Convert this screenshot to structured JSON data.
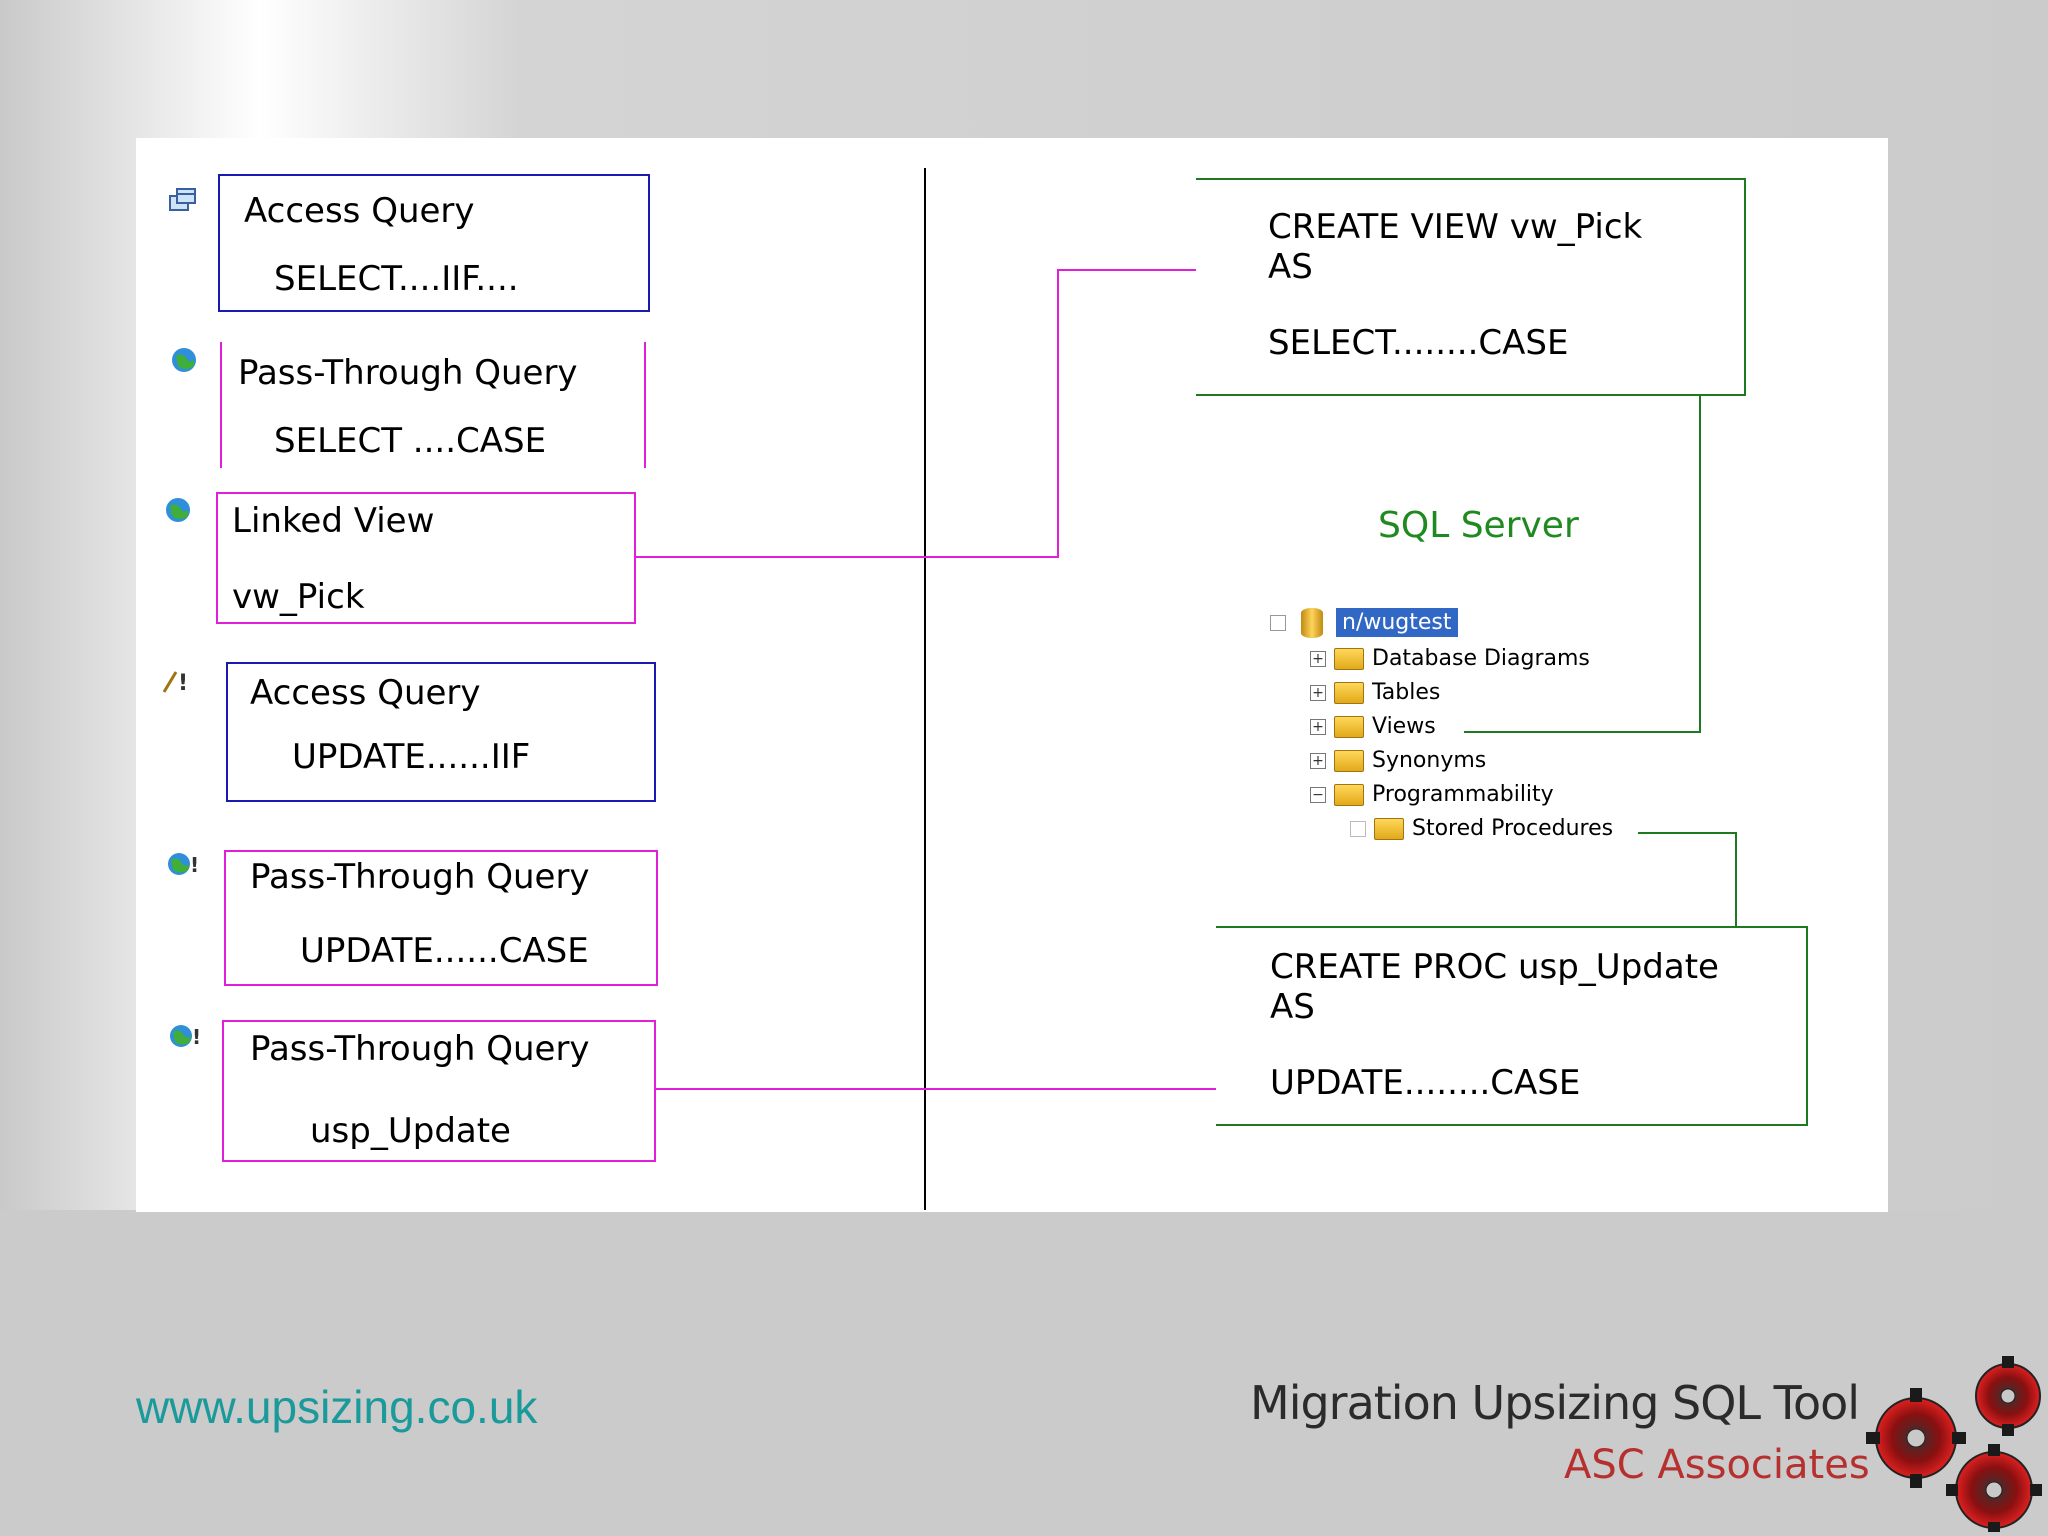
{
  "left_column": {
    "box1": {
      "title": "Access Query",
      "body": "SELECT....IIF...."
    },
    "box2": {
      "title": "Pass-Through Query",
      "body": "SELECT ....CASE"
    },
    "box3": {
      "title": "Linked View",
      "body": "vw_Pick"
    },
    "box4": {
      "title": "Access Query",
      "body": "UPDATE......IIF"
    },
    "box5": {
      "title": "Pass-Through Query",
      "body": "UPDATE......CASE"
    },
    "box6": {
      "title": "Pass-Through Query",
      "body": "usp_Update"
    }
  },
  "right_column": {
    "view_box": {
      "line1": "CREATE VIEW vw_Pick",
      "line2": "AS",
      "line3": "SELECT........CASE"
    },
    "server_label": "SQL Server",
    "tree": {
      "db_name": "n/wugtest",
      "items": [
        "Database Diagrams",
        "Tables",
        "Views",
        "Synonyms",
        "Programmability",
        "Stored Procedures"
      ]
    },
    "proc_box": {
      "line1": "CREATE PROC usp_Update",
      "line2": "AS",
      "line3": "UPDATE........CASE"
    }
  },
  "footer": {
    "url": "www.upsizing.co.uk",
    "logo_title": "Migration Upsizing SQL Tool",
    "logo_sub": "ASC Associates"
  },
  "colors": {
    "blue": "#1a1ab0",
    "pink": "#e020d8",
    "green": "#1f7a1f",
    "url": "#1a9a9a",
    "logo_red": "#b73030"
  }
}
